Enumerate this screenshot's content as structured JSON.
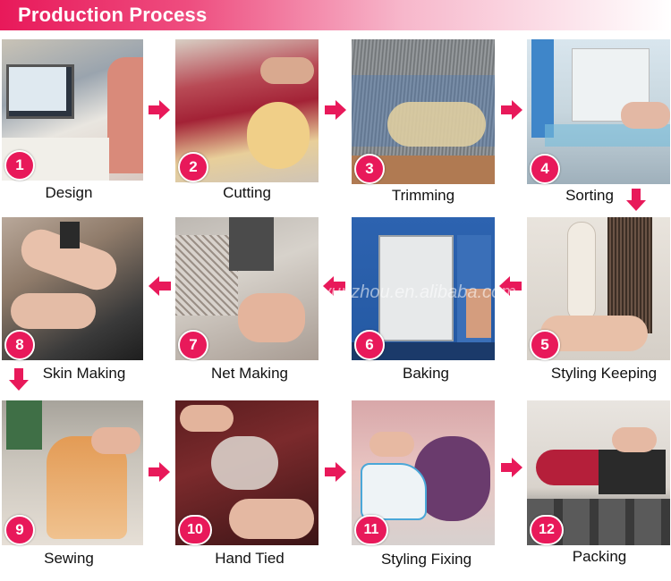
{
  "header": {
    "title": "Production Process"
  },
  "steps": [
    {
      "number": "1",
      "label": "Design"
    },
    {
      "number": "2",
      "label": "Cutting"
    },
    {
      "number": "3",
      "label": "Trimming"
    },
    {
      "number": "4",
      "label": "Sorting"
    },
    {
      "number": "5",
      "label": "Styling Keeping"
    },
    {
      "number": "6",
      "label": "Baking"
    },
    {
      "number": "7",
      "label": "Net Making"
    },
    {
      "number": "8",
      "label": "Skin Making"
    },
    {
      "number": "9",
      "label": "Sewing"
    },
    {
      "number": "10",
      "label": "Hand Tied"
    },
    {
      "number": "11",
      "label": "Styling Fixing"
    },
    {
      "number": "12",
      "label": "Packing"
    }
  ],
  "watermark": "yunzhou.en.alibaba.com",
  "colors": {
    "accent": "#e8195a"
  }
}
